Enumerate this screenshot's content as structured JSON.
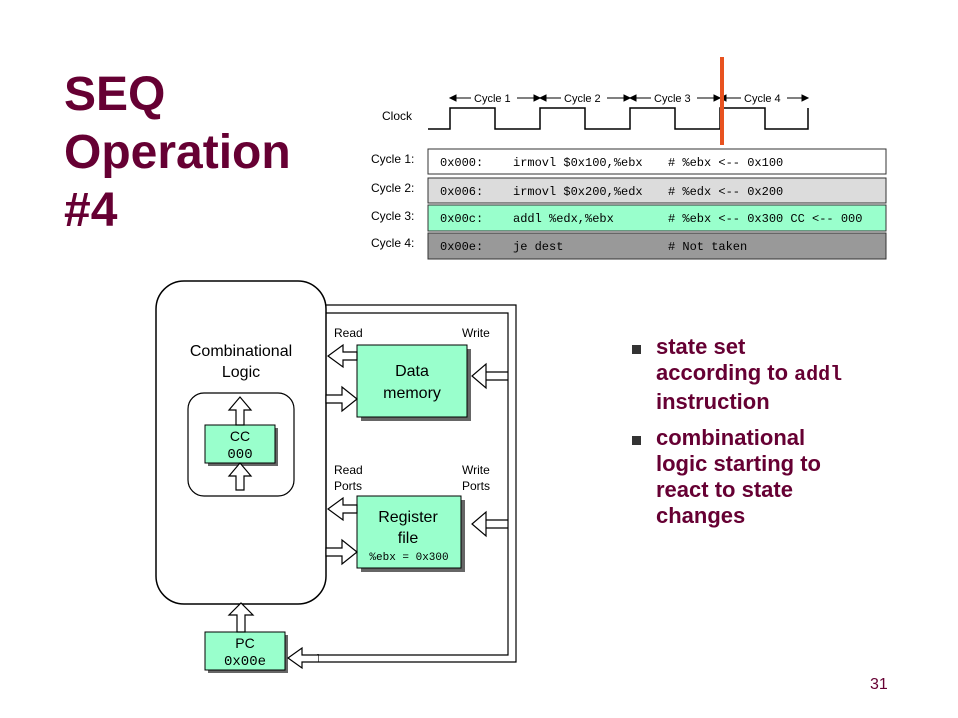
{
  "slide": {
    "title_lines": [
      "SEQ",
      "Operation",
      "#4"
    ],
    "page_number": "31"
  },
  "timing": {
    "clock_label": "Clock",
    "cycle_headers": [
      "Cycle 1",
      "Cycle 2",
      "Cycle 3",
      "Cycle 4"
    ],
    "rows": [
      {
        "label": "Cycle 1:",
        "addr": "0x000:",
        "instr": "irmovl $0x100,%ebx",
        "comment": "# %ebx <-- 0x100",
        "bg": "#ffffff"
      },
      {
        "label": "Cycle 2:",
        "addr": "0x006:",
        "instr": "irmovl $0x200,%edx",
        "comment": "# %edx <-- 0x200",
        "bg": "#dcdcdc"
      },
      {
        "label": "Cycle 3:",
        "addr": "0x00c:",
        "instr": "addl %edx,%ebx",
        "comment": "# %ebx <-- 0x300 CC <-- 000",
        "bg": "#99ffcc"
      },
      {
        "label": "Cycle 4:",
        "addr": "0x00e:",
        "instr": "je dest",
        "comment": "# Not taken",
        "bg": "#999999"
      }
    ],
    "marker_color": "#e8521f"
  },
  "diagram": {
    "comb_logic": {
      "line1": "Combinational",
      "line2": "Logic"
    },
    "cc": {
      "label": "CC",
      "value": "000"
    },
    "pc": {
      "label": "PC",
      "value": "0x00e"
    },
    "data_memory": {
      "line1": "Data",
      "line2": "memory",
      "read": "Read",
      "write": "Write"
    },
    "register_file": {
      "line1": "Register",
      "line2": "file",
      "value": "%ebx = 0x300",
      "read1": "Read",
      "read2": "Ports",
      "write1": "Write",
      "write2": "Ports"
    },
    "state_color": "#99ffcc"
  },
  "bullets": {
    "b1_part1": "state set",
    "b1_part2": "according to ",
    "b1_code": "addl",
    "b1_part3": "instruction",
    "b2_lines": [
      "combinational",
      "logic starting to",
      "react to state",
      "changes"
    ]
  }
}
